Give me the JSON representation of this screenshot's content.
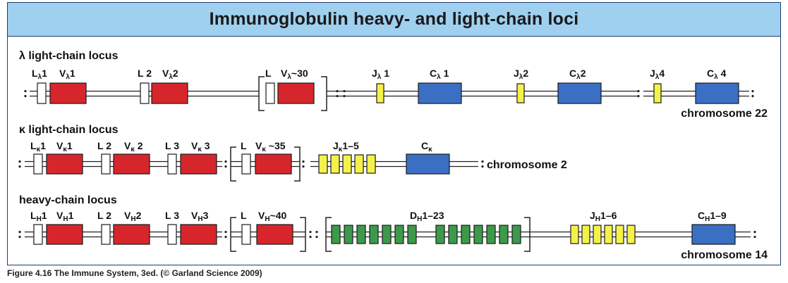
{
  "title": "Immunoglobulin heavy- and light-chain loci",
  "caption": "Figure 4.16 The Immune System, 3ed. (© Garland Science 2009)",
  "colors": {
    "header_bg": "#9fd0f0",
    "frame": "#1f3c78",
    "V_segment": "#d7262b",
    "C_segment": "#3a6fc4",
    "J_segment": "#f4f24a",
    "D_segment": "#3d9a4a",
    "L_segment": "#ffffff"
  },
  "loci": {
    "lambda": {
      "title_symbol": "λ",
      "title_rest": "light-chain locus",
      "chromosome": "chromosome 22",
      "labels": {
        "L1": {
          "main": "L",
          "sub": "λ",
          "tail": "1"
        },
        "V1": {
          "main": "V",
          "sub": "λ",
          "tail": "1"
        },
        "L2": {
          "main": "L 2",
          "sub": "",
          "tail": ""
        },
        "V2": {
          "main": "V",
          "sub": "λ",
          "tail": "2"
        },
        "Ln": {
          "main": "L",
          "sub": "",
          "tail": ""
        },
        "Vn": {
          "main": "V",
          "sub": "λ",
          "tail": "~30"
        },
        "J1": {
          "main": "J",
          "sub": "λ",
          "tail": " 1"
        },
        "C1": {
          "main": "C",
          "sub": "λ",
          "tail": " 1"
        },
        "J2": {
          "main": "J",
          "sub": "λ",
          "tail": "2"
        },
        "C2": {
          "main": "C",
          "sub": "λ",
          "tail": "2"
        },
        "J4": {
          "main": "J",
          "sub": "λ",
          "tail": "4"
        },
        "C4": {
          "main": "C",
          "sub": "λ",
          "tail": " 4"
        }
      }
    },
    "kappa": {
      "title_symbol": "κ",
      "title_rest": "light-chain locus",
      "chromosome": "chromosome 2",
      "labels": {
        "L1": {
          "main": "L",
          "sub": "κ",
          "tail": "1"
        },
        "V1": {
          "main": "V",
          "sub": "κ",
          "tail": "1"
        },
        "L2": {
          "main": "L 2",
          "sub": "",
          "tail": ""
        },
        "V2": {
          "main": "V",
          "sub": "κ",
          "tail": " 2"
        },
        "L3": {
          "main": "L 3",
          "sub": "",
          "tail": ""
        },
        "V3": {
          "main": "V",
          "sub": "κ",
          "tail": " 3"
        },
        "Ln": {
          "main": "L",
          "sub": "",
          "tail": ""
        },
        "Vn": {
          "main": "V",
          "sub": "κ",
          "tail": " ~35"
        },
        "J": {
          "main": "J",
          "sub": "κ",
          "tail": "1–5"
        },
        "C": {
          "main": "C",
          "sub": "κ",
          "tail": ""
        }
      }
    },
    "heavy": {
      "title_symbol": "",
      "title_rest": "heavy-chain locus",
      "chromosome": "chromosome 14",
      "labels": {
        "L1": {
          "main": "L",
          "sub": "H",
          "tail": "1"
        },
        "V1": {
          "main": "V",
          "sub": "H",
          "tail": "1"
        },
        "L2": {
          "main": "L 2",
          "sub": "",
          "tail": ""
        },
        "V2": {
          "main": "V",
          "sub": "H",
          "tail": "2"
        },
        "L3": {
          "main": "L 3",
          "sub": "",
          "tail": ""
        },
        "V3": {
          "main": "V",
          "sub": "H",
          "tail": "3"
        },
        "Ln": {
          "main": "L",
          "sub": "",
          "tail": ""
        },
        "Vn": {
          "main": "V",
          "sub": "H",
          "tail": "~40"
        },
        "D": {
          "main": "D",
          "sub": "H",
          "tail": "1–23"
        },
        "J": {
          "main": "J",
          "sub": "H",
          "tail": "1–6"
        },
        "C": {
          "main": "C",
          "sub": "H",
          "tail": "1–9"
        }
      }
    }
  }
}
